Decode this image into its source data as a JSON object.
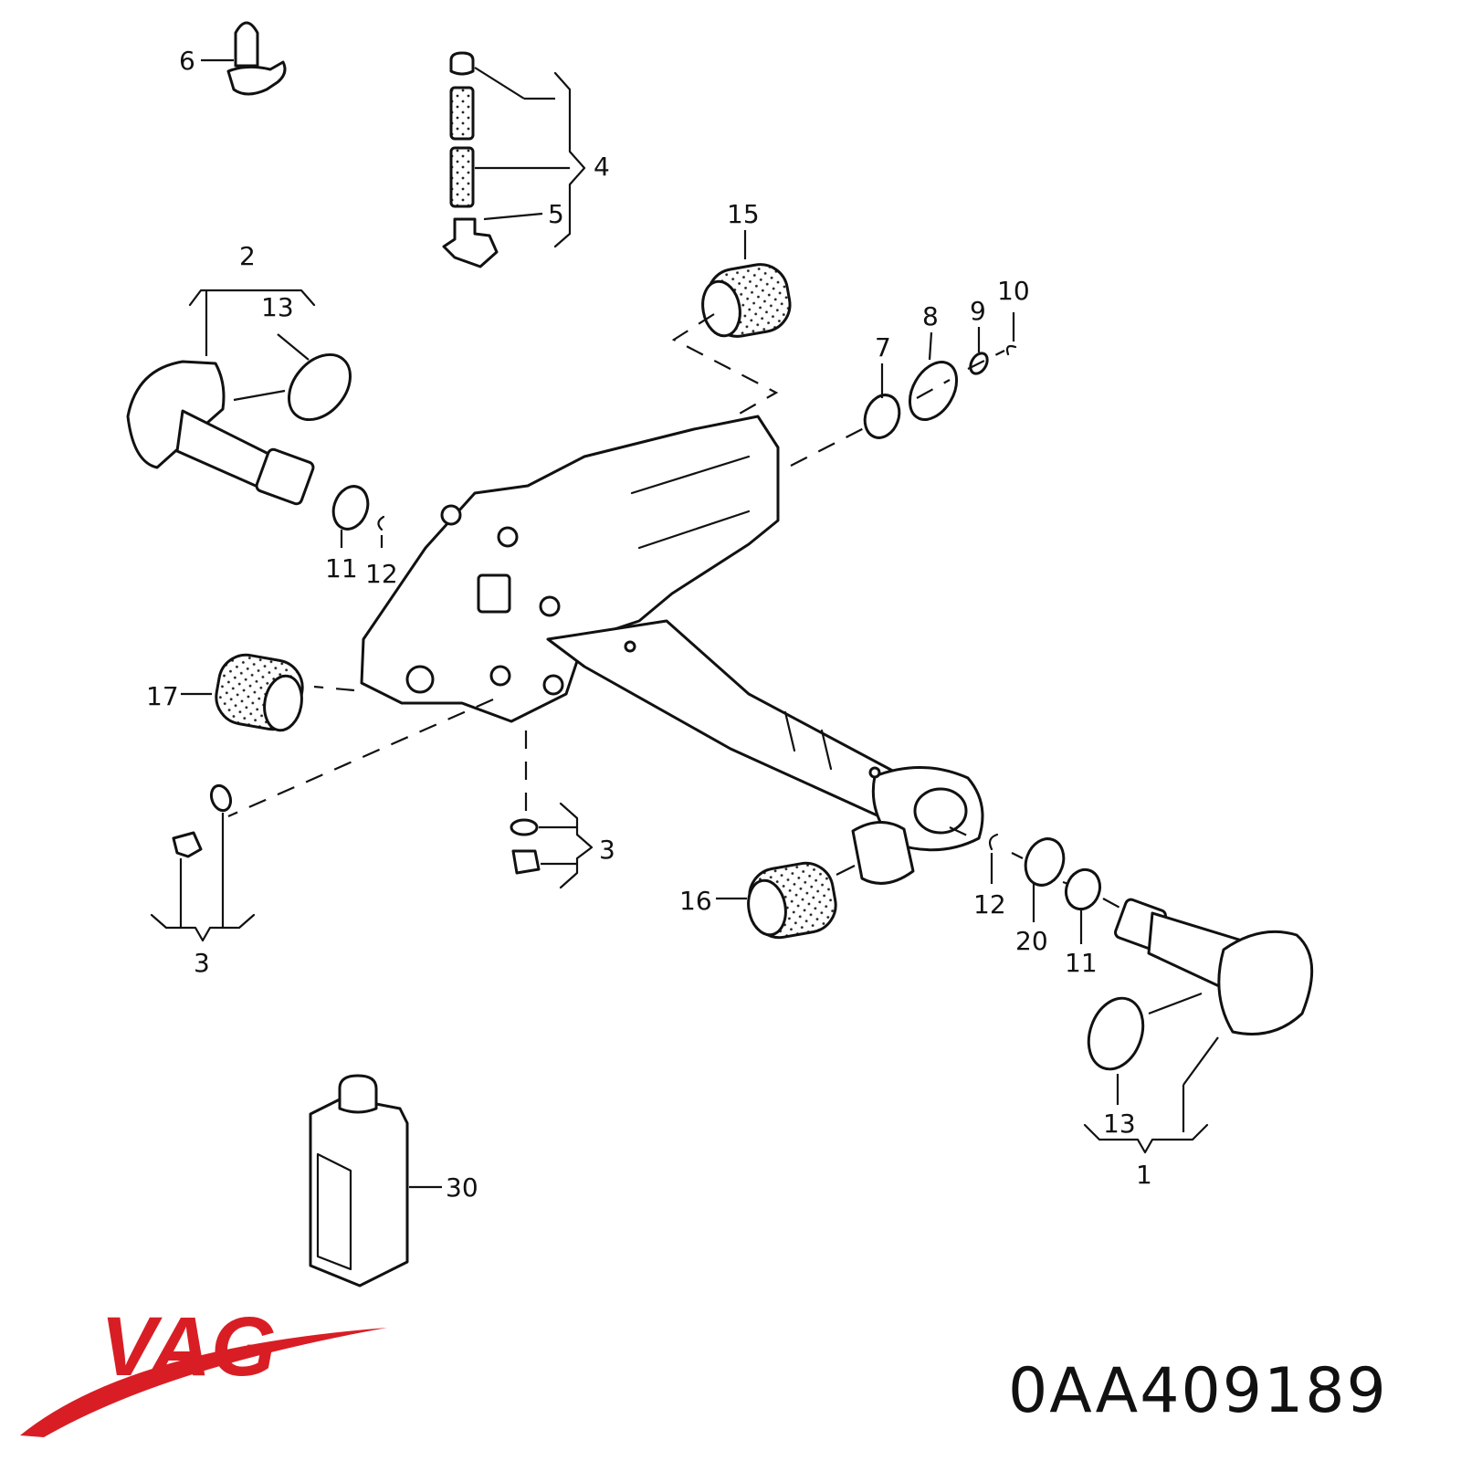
{
  "diagram": {
    "callouts": [
      {
        "id": "c1",
        "label": "1"
      },
      {
        "id": "c2",
        "label": "2"
      },
      {
        "id": "c3a",
        "label": "3"
      },
      {
        "id": "c3b",
        "label": "3"
      },
      {
        "id": "c4",
        "label": "4"
      },
      {
        "id": "c5",
        "label": "5"
      },
      {
        "id": "c6",
        "label": "6"
      },
      {
        "id": "c7",
        "label": "7"
      },
      {
        "id": "c8",
        "label": "8"
      },
      {
        "id": "c9",
        "label": "9"
      },
      {
        "id": "c10",
        "label": "10"
      },
      {
        "id": "c11a",
        "label": "11"
      },
      {
        "id": "c11b",
        "label": "11"
      },
      {
        "id": "c12a",
        "label": "12"
      },
      {
        "id": "c12b",
        "label": "12"
      },
      {
        "id": "c13a",
        "label": "13"
      },
      {
        "id": "c13b",
        "label": "13"
      },
      {
        "id": "c15",
        "label": "15"
      },
      {
        "id": "c16",
        "label": "16"
      },
      {
        "id": "c17",
        "label": "17"
      },
      {
        "id": "c20",
        "label": "20"
      },
      {
        "id": "c30",
        "label": "30"
      }
    ]
  },
  "brand": {
    "name": "VAG",
    "color": "#d81e24"
  },
  "part_number": "0AA409189"
}
